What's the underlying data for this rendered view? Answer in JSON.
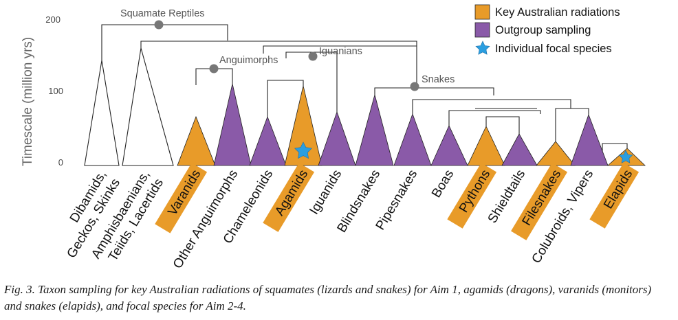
{
  "colors": {
    "key": "#e89b29",
    "outgroup": "#8a5aa8",
    "star": "#2a9ee0",
    "dot": "#777777",
    "ink": "#222222"
  },
  "axis": {
    "label": "Timescale (million yrs)",
    "ticks": [
      "200",
      "100",
      "0"
    ]
  },
  "legend": [
    {
      "label": "Key Australian radiations",
      "shape": "square",
      "color": "key"
    },
    {
      "label": "Outgroup sampling",
      "shape": "square",
      "color": "outgroup"
    },
    {
      "label": "Individual focal species",
      "shape": "star",
      "color": "star"
    }
  ],
  "nodes": [
    "Squamate Reptiles",
    "Anguimorphs",
    "Iguanians",
    "Snakes"
  ],
  "taxa": [
    {
      "lines": [
        "Dibamids,",
        "Geckos, Skinks"
      ],
      "group": "none",
      "focal": false
    },
    {
      "lines": [
        "Amphisbaenians,",
        "Teiids, Lacertids"
      ],
      "group": "none",
      "focal": false
    },
    {
      "lines": [
        "Varanids"
      ],
      "group": "key",
      "focal": false
    },
    {
      "lines": [
        "Other Anguimorphs"
      ],
      "group": "outgroup",
      "focal": false
    },
    {
      "lines": [
        "Chameleonids"
      ],
      "group": "outgroup",
      "focal": false
    },
    {
      "lines": [
        "Agamids"
      ],
      "group": "key",
      "focal": true
    },
    {
      "lines": [
        "Iguanids"
      ],
      "group": "outgroup",
      "focal": false
    },
    {
      "lines": [
        "Blindsnakes"
      ],
      "group": "outgroup",
      "focal": false
    },
    {
      "lines": [
        "Pipesnakes"
      ],
      "group": "outgroup",
      "focal": false
    },
    {
      "lines": [
        "Boas"
      ],
      "group": "outgroup",
      "focal": false
    },
    {
      "lines": [
        "Pythons"
      ],
      "group": "key",
      "focal": false
    },
    {
      "lines": [
        "Shieldtails"
      ],
      "group": "outgroup",
      "focal": false
    },
    {
      "lines": [
        "Filesnakes"
      ],
      "group": "key",
      "focal": false
    },
    {
      "lines": [
        "Colubroids, Vipers"
      ],
      "group": "outgroup",
      "focal": false
    },
    {
      "lines": [
        "Elapids"
      ],
      "group": "key",
      "focal": true
    }
  ],
  "caption": "Fig. 3. Taxon sampling for key Australian radiations of squamates (lizards and snakes) for Aim 1, agamids (dragons), varanids (monitors) and snakes (elapids), and focal species for Aim 2-4."
}
